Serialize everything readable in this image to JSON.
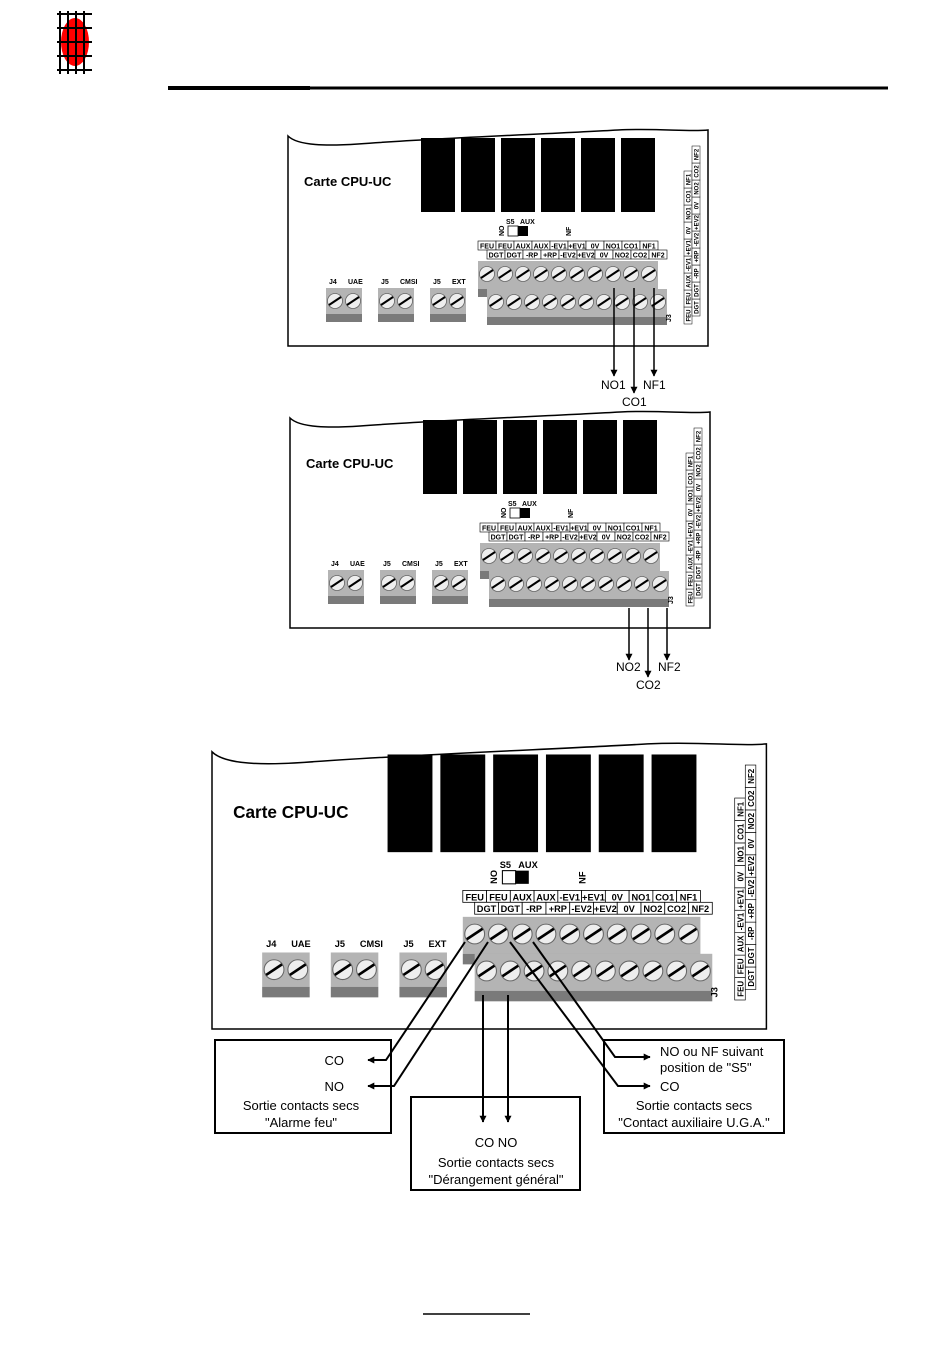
{
  "header": {
    "logo": {
      "icon": "grid-red-circle-logo",
      "circle_color": "#ff0000",
      "grid_color": "#000000"
    }
  },
  "board": {
    "title": "Carte CPU-UC",
    "switch": {
      "name": "S5",
      "right_label": "AUX",
      "left_label": "NO",
      "far_label": "NF"
    },
    "top_labels": [
      "FEU",
      "FEU",
      "AUX",
      "AUX",
      "-EV1",
      "+EV1",
      "0V",
      "NO1",
      "CO1",
      "NF1"
    ],
    "bottom_labels": [
      "DGT",
      "DGT",
      "-RP",
      "+RP",
      "-EV2",
      "+EV2",
      "0V",
      "NO2",
      "CO2",
      "NF2"
    ],
    "side_labels_row1": [
      "FEU",
      "FEU",
      "AUX",
      "-EV1",
      "+EV1",
      "0V",
      "NO1",
      "CO1",
      "NF1"
    ],
    "side_labels_row2": [
      "DGT",
      "DGT",
      "-RP",
      "+RP",
      "-EV2",
      "+EV2",
      "0V",
      "NO2",
      "CO2",
      "NF2"
    ],
    "connector_j3": "J3",
    "small_connectors": [
      {
        "id": "J4",
        "label": "UAE"
      },
      {
        "id": "J5",
        "label": "CMSI"
      },
      {
        "id": "J5",
        "label": "EXT"
      }
    ],
    "colors": {
      "terminal_body": "#b4b4b4",
      "terminal_dark": "#7a7a7a",
      "relay": "#000000"
    }
  },
  "diagram1": {
    "outputs": [
      "NO1",
      "CO1",
      "NF1"
    ]
  },
  "diagram2": {
    "outputs": [
      "NO2",
      "CO2",
      "NF2"
    ]
  },
  "diagram3": {
    "box_alarm": {
      "line1": "CO",
      "line2": "NO",
      "caption1": "Sortie contacts secs",
      "caption2": "\"Alarme feu\""
    },
    "box_derangement": {
      "line1": "CO NO",
      "caption1": "Sortie contacts secs",
      "caption2": "\"Dérangement général\""
    },
    "box_aux": {
      "line1": "NO ou NF suivant",
      "line2": "position de \"S5\"",
      "line3": "CO",
      "caption1": "Sortie contacts secs",
      "caption2": "\"Contact auxiliaire U.G.A.\""
    }
  }
}
